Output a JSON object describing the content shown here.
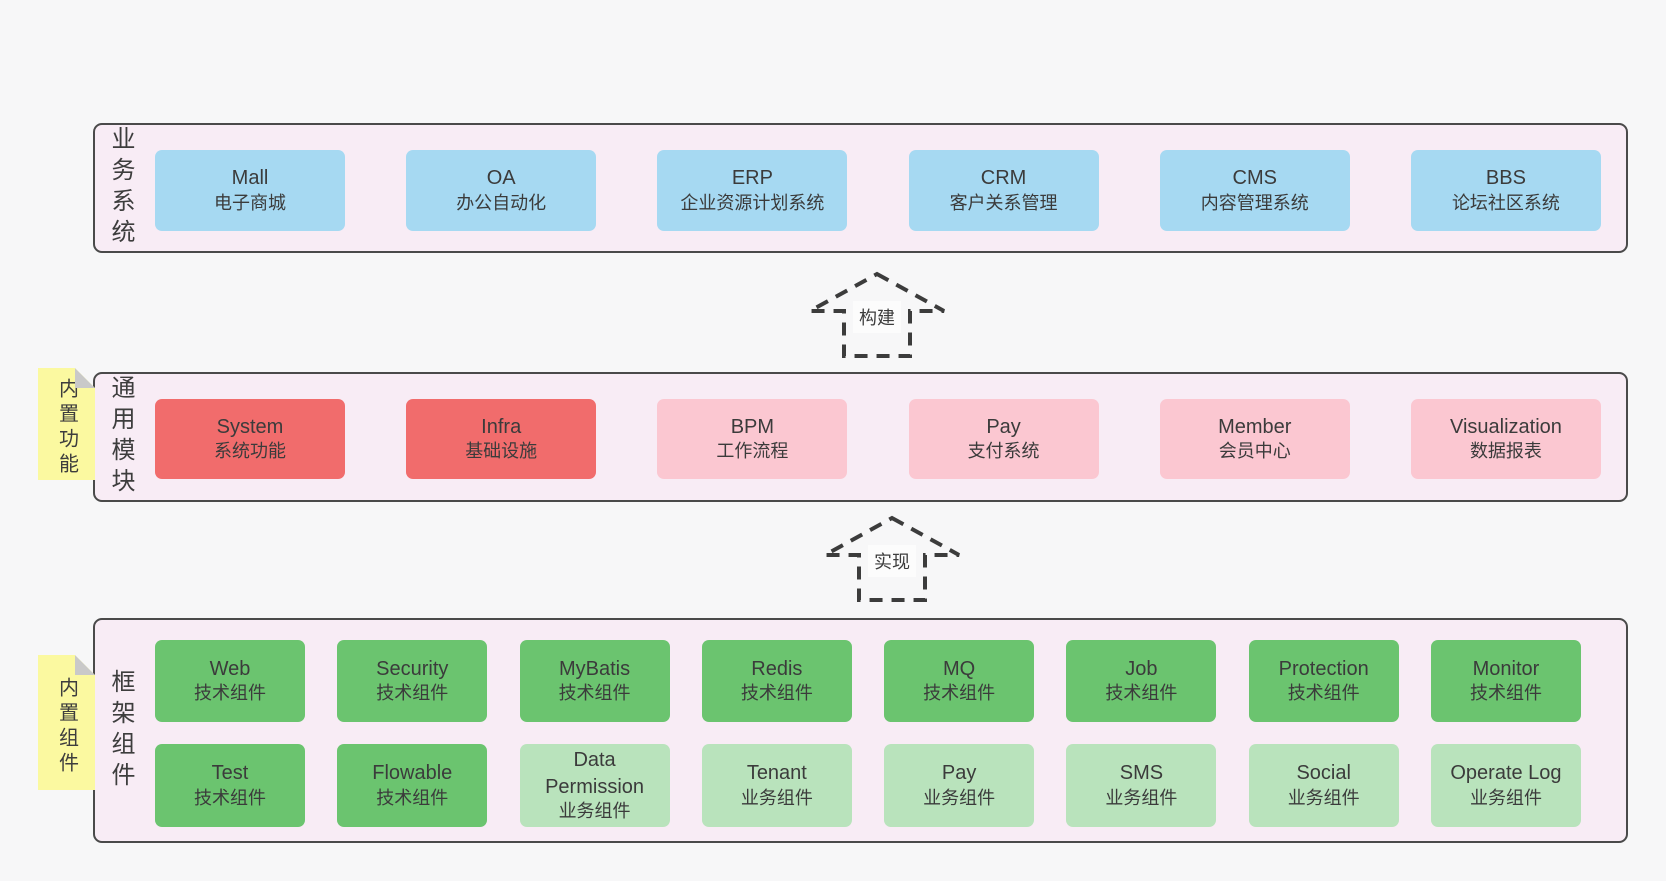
{
  "colors": {
    "page_bg": "#f7f7f8",
    "panel_bg": "#f8ecf5",
    "panel_border": "#4a4a4a",
    "card_blue": "#a6d9f2",
    "card_red": "#f16c6c",
    "card_pink": "#fbc7d1",
    "card_green": "#6bc46f",
    "card_lightgreen": "#b9e3bc",
    "sticky_yellow": "#fbf9a0",
    "sticky_fold_gray": "#c9c9c9",
    "text": "#3b3b3b"
  },
  "sections": [
    {
      "label": "业务系统",
      "rows": [
        [
          {
            "en": "Mall",
            "zh": "电子商城",
            "type": "blue"
          },
          {
            "en": "OA",
            "zh": "办公自动化",
            "type": "blue"
          },
          {
            "en": "ERP",
            "zh": "企业资源计划系统",
            "type": "blue"
          },
          {
            "en": "CRM",
            "zh": "客户关系管理",
            "type": "blue"
          },
          {
            "en": "CMS",
            "zh": "内容管理系统",
            "type": "blue"
          },
          {
            "en": "BBS",
            "zh": "论坛社区系统",
            "type": "blue"
          }
        ]
      ]
    },
    {
      "label": "通用模块",
      "sticky": "内置功能",
      "rows": [
        [
          {
            "en": "System",
            "zh": "系统功能",
            "type": "red"
          },
          {
            "en": "Infra",
            "zh": "基础设施",
            "type": "red"
          },
          {
            "en": "BPM",
            "zh": "工作流程",
            "type": "pink"
          },
          {
            "en": "Pay",
            "zh": "支付系统",
            "type": "pink"
          },
          {
            "en": "Member",
            "zh": "会员中心",
            "type": "pink"
          },
          {
            "en": "Visualization",
            "zh": "数据报表",
            "type": "pink"
          }
        ]
      ]
    },
    {
      "label": "框架组件",
      "sticky": "内置组件",
      "rows": [
        [
          {
            "en": "Web",
            "zh": "技术组件",
            "type": "green"
          },
          {
            "en": "Security",
            "zh": "技术组件",
            "type": "green"
          },
          {
            "en": "MyBatis",
            "zh": "技术组件",
            "type": "green"
          },
          {
            "en": "Redis",
            "zh": "技术组件",
            "type": "green"
          },
          {
            "en": "MQ",
            "zh": "技术组件",
            "type": "green"
          },
          {
            "en": "Job",
            "zh": "技术组件",
            "type": "green"
          },
          {
            "en": "Protection",
            "zh": "技术组件",
            "type": "green"
          },
          {
            "en": "Monitor",
            "zh": "技术组件",
            "type": "green"
          }
        ],
        [
          {
            "en": "Test",
            "zh": "技术组件",
            "type": "green"
          },
          {
            "en": "Flowable",
            "zh": "技术组件",
            "type": "green"
          },
          {
            "en": "Data Permission",
            "zh": "业务组件",
            "type": "lightgreen"
          },
          {
            "en": "Tenant",
            "zh": "业务组件",
            "type": "lightgreen"
          },
          {
            "en": "Pay",
            "zh": "业务组件",
            "type": "lightgreen"
          },
          {
            "en": "SMS",
            "zh": "业务组件",
            "type": "lightgreen"
          },
          {
            "en": "Social",
            "zh": "业务组件",
            "type": "lightgreen"
          },
          {
            "en": "Operate Log",
            "zh": "业务组件",
            "type": "lightgreen"
          }
        ]
      ]
    }
  ],
  "arrows": [
    {
      "label": "构建"
    },
    {
      "label": "实现"
    }
  ]
}
